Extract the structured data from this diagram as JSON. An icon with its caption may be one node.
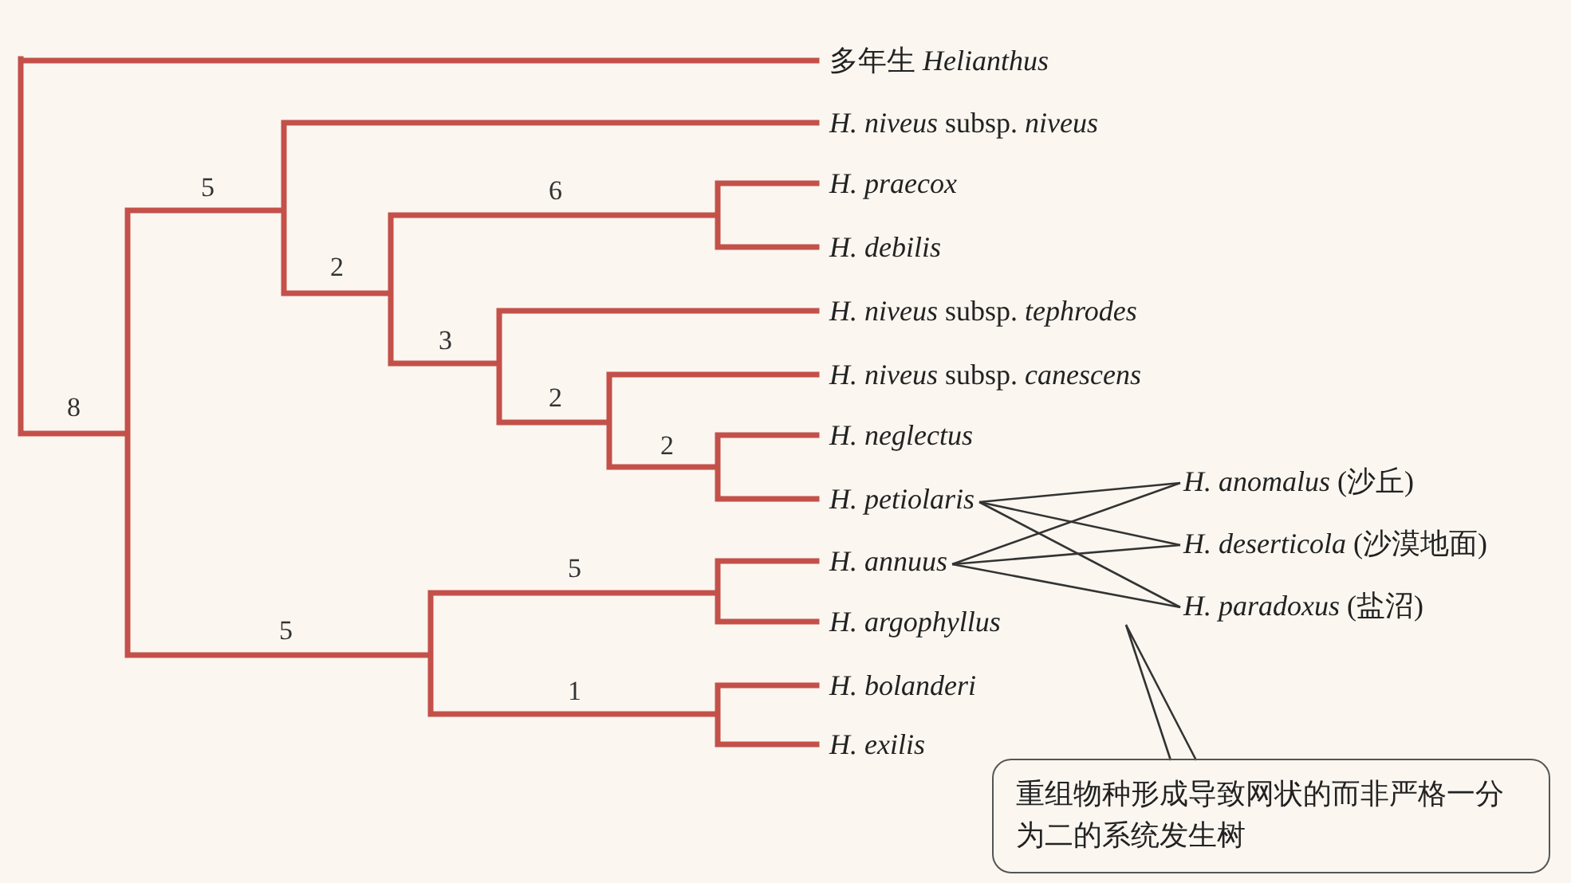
{
  "diagram": {
    "nodes": [
      {
        "text": [
          "多年生 *Helianthus*"
        ]
      },
      {
        "text": [
          "*H. niveus* subsp. *niveus*"
        ]
      },
      {
        "text": [
          "H. praecox"
        ]
      },
      {
        "text": [
          "H. debilis"
        ]
      },
      {
        "text": [
          "*H. niveus* subsp. *tephrodes*"
        ]
      },
      {
        "text": [
          "*H. niveus* subsp. *canescens*"
        ]
      },
      {
        "text": [
          "H. neglectus"
        ]
      },
      {
        "text": [
          "H. petiolaris"
        ]
      },
      {
        "text": [
          "H. annuus"
        ]
      },
      {
        "text": [
          "H. argophyllus"
        ]
      },
      {
        "text": [
          "H. bolanderi"
        ]
      },
      {
        "text": [
          "H. exilis"
        ]
      },
      {
        "text": [
          "*H. anomalus* (沙丘)"
        ]
      },
      {
        "text": [
          "*H. deserticola* (沙漠地面)"
        ]
      },
      {
        "text": [
          "*H. paradoxus* (盐沼)"
        ]
      },
      {
        "text": [
          "重组物种形成导致网状的而非严格一分为二的系统发生树"
        ]
      }
    ],
    "edges": [
      {
        "from": 7,
        "to": 12,
        "arrow": "none"
      },
      {
        "from": 7,
        "to": 13,
        "arrow": "none"
      },
      {
        "from": 7,
        "to": 14,
        "arrow": "none"
      },
      {
        "from": 8,
        "to": 12,
        "arrow": "none"
      },
      {
        "from": 8,
        "to": 13,
        "arrow": "none"
      },
      {
        "from": 8,
        "to": 14,
        "arrow": "none"
      },
      {
        "from": 15,
        "to": null,
        "arrow": "none"
      }
    ],
    "labels": [
      "5",
      "6",
      "2",
      "3",
      "2",
      "8",
      "2",
      "5",
      "5",
      "1"
    ]
  }
}
